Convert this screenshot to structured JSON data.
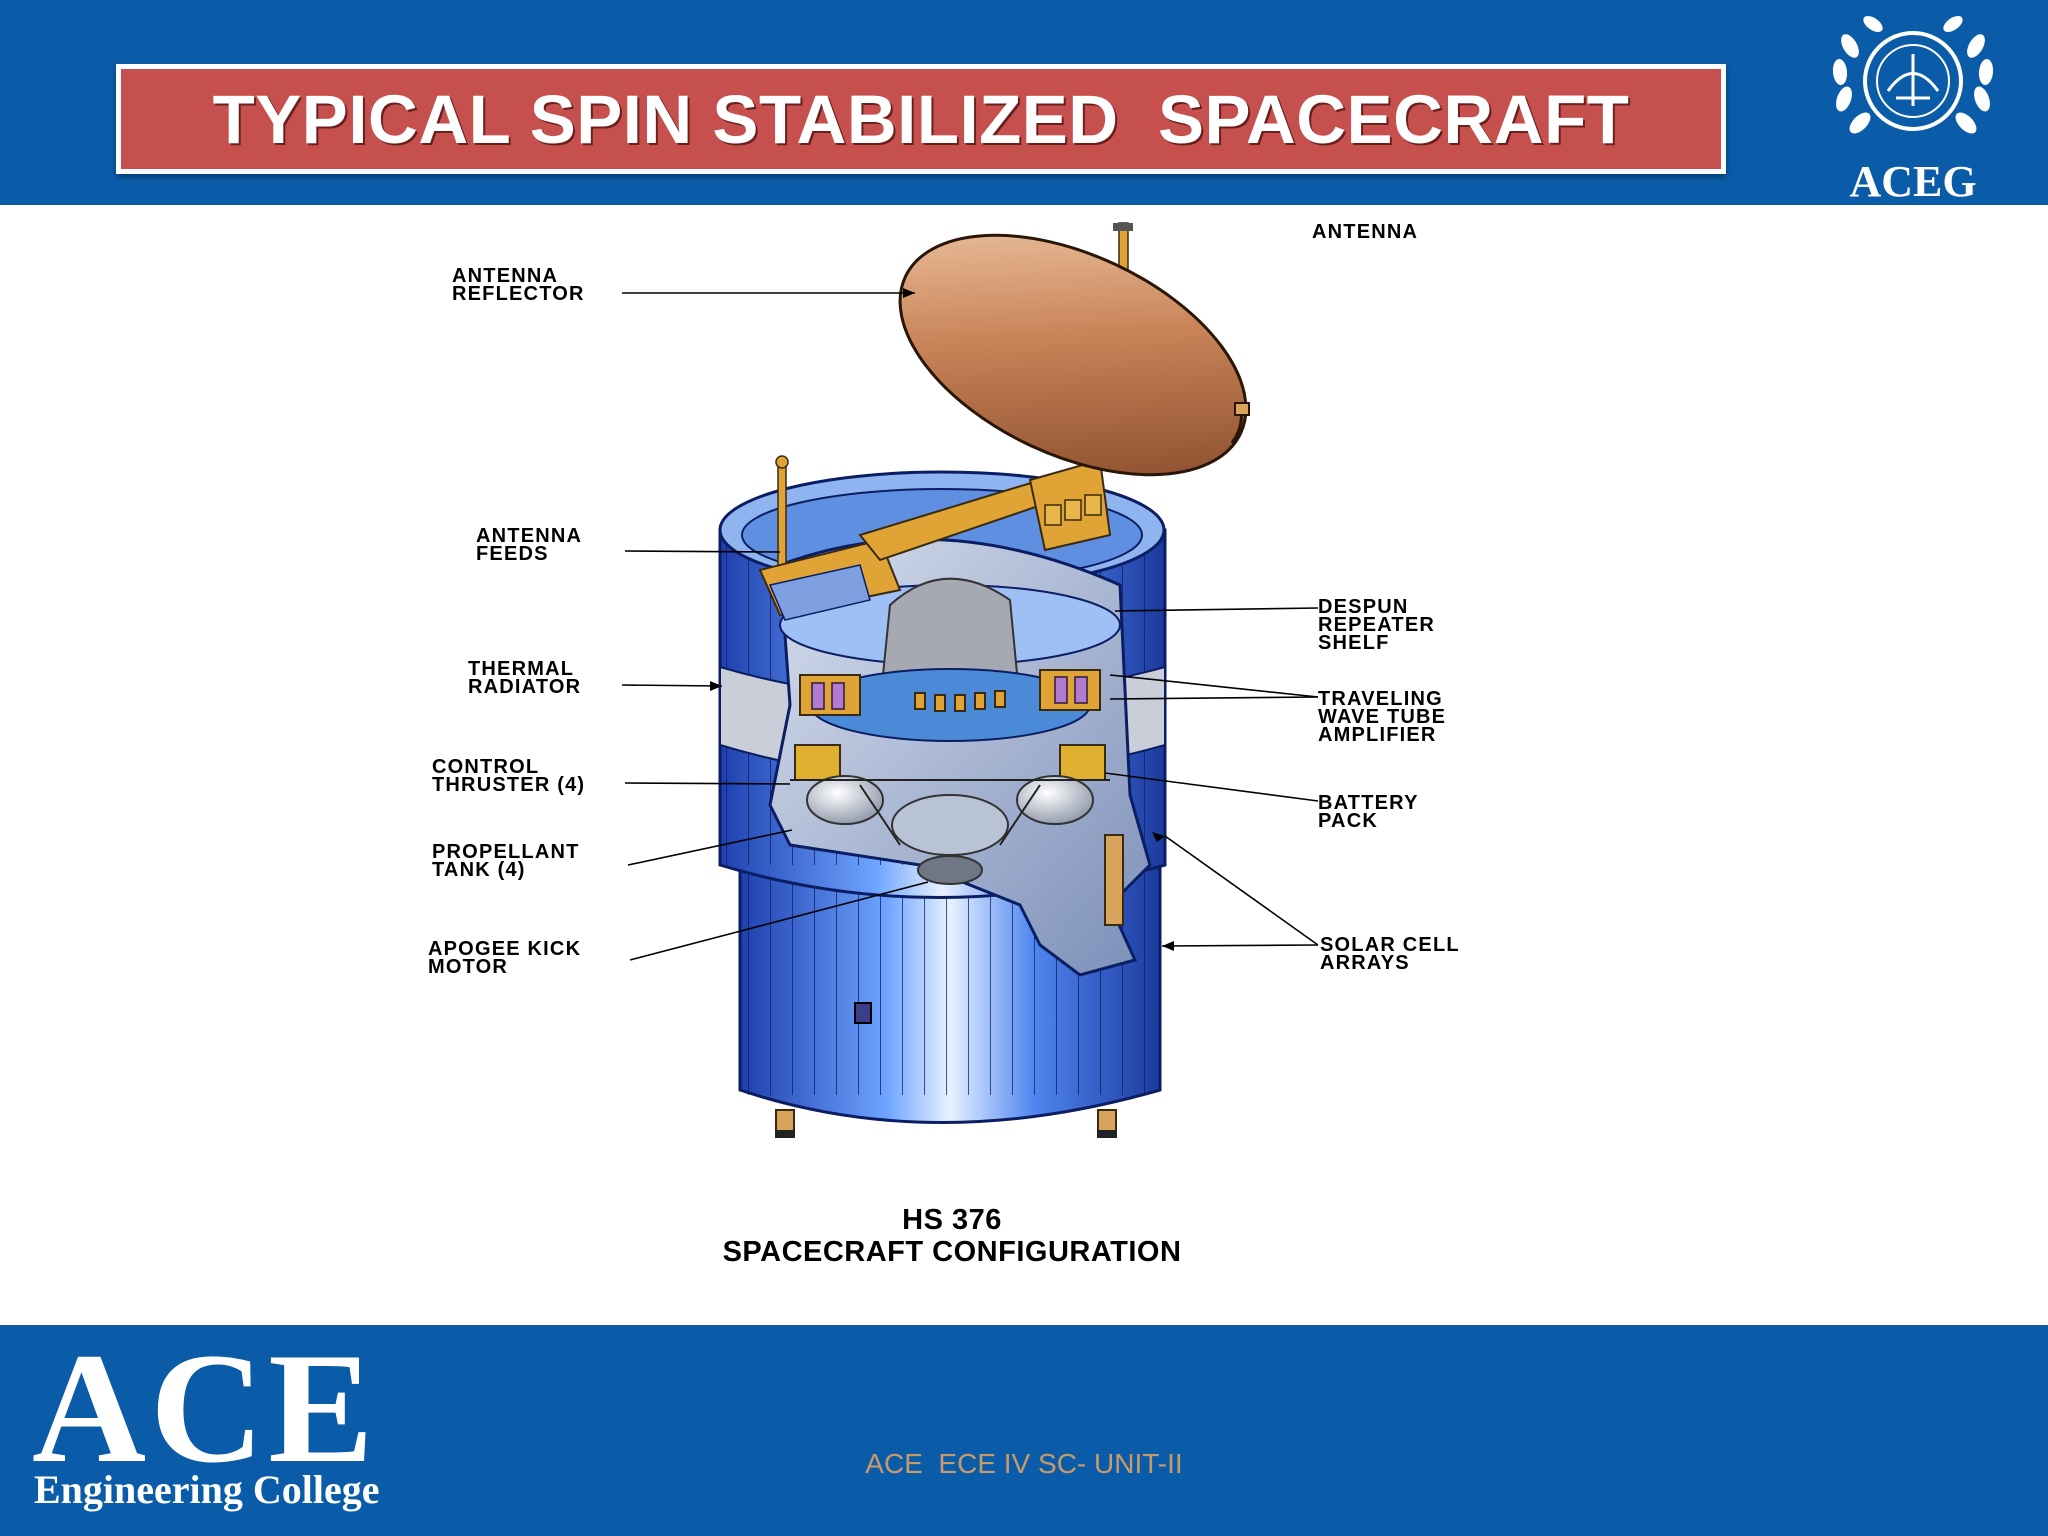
{
  "slide": {
    "title": "TYPICAL SPIN STABILIZED  SPACECRAFT",
    "corner_logo_text": "ACEG",
    "footer_text": "ACE  ECE IV SC- UNIT-II",
    "bottom_logo": {
      "big": "ACE",
      "sub": "Engineering College"
    }
  },
  "diagram": {
    "labels": {
      "antenna": "ANTENNA",
      "antenna_reflector": [
        "ANTENNA",
        "REFLECTOR"
      ],
      "antenna_feeds": [
        "ANTENNA",
        "FEEDS"
      ],
      "thermal_radiator": [
        "THERMAL",
        "RADIATOR"
      ],
      "control_thruster": [
        "CONTROL",
        "THRUSTER (4)"
      ],
      "propellant_tank": [
        "PROPELLANT",
        "TANK (4)"
      ],
      "apogee_kick_motor": [
        "APOGEE KICK",
        "MOTOR"
      ],
      "despun_repeater_shelf": [
        "DESPUN",
        "REPEATER",
        "SHELF"
      ],
      "traveling_wave_tube_amplifier": [
        "TRAVELING",
        "WAVE TUBE",
        "AMPLIFIER"
      ],
      "battery_pack": [
        "BATTERY",
        "PACK"
      ],
      "solar_cell_arrays": [
        "SOLAR CELL",
        "ARRAYS"
      ]
    },
    "caption": [
      "HS 376",
      "SPACECRAFT CONFIGURATION"
    ]
  },
  "colors": {
    "band_blue": "#0b5ca8",
    "title_red": "#c5504d",
    "footer_text": "#c89a6a",
    "panel_blue": "#3b6fe0",
    "reflector_copper": "#b8734a",
    "gold": "#e0a436"
  }
}
